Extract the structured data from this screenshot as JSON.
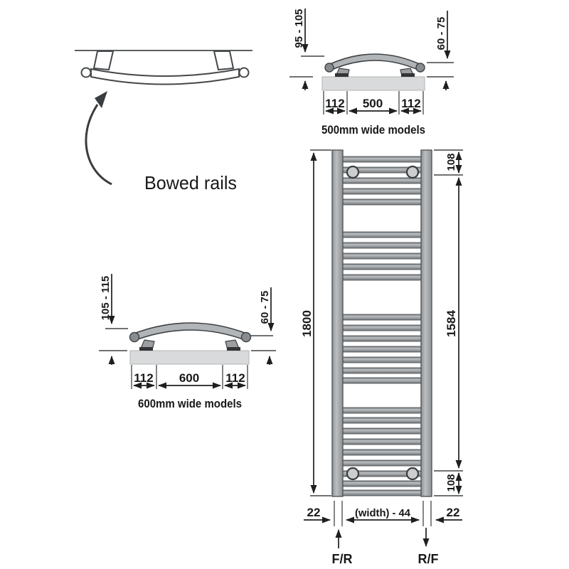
{
  "plan_view": {
    "label": "Bowed rails"
  },
  "model_500": {
    "caption": "500mm wide models",
    "wall_to_bow_clearance": "95 - 105",
    "wall_to_end_clearance": "60 - 75",
    "left_overhang": "112",
    "bracket_span": "500",
    "right_overhang": "112"
  },
  "model_600": {
    "caption": "600mm wide models",
    "wall_to_bow_clearance": "105 - 115",
    "wall_to_end_clearance": "60 - 75",
    "left_overhang": "112",
    "bracket_span": "600",
    "right_overhang": "112"
  },
  "front_view": {
    "overall_height": "1800",
    "top_bracket_offset": "108",
    "bracket_centres": "1584",
    "bottom_bracket_offset": "108",
    "left_edge_offset": "22",
    "centre_span": "(width) - 44",
    "right_edge_offset": "22",
    "connection_left": "F/R",
    "connection_right": "R/F"
  },
  "colors": {
    "line": "#1d1f20",
    "tick_gray": "#6f7274",
    "metal_gray": "#a9adb0",
    "wall_gray": "#d8dadb"
  }
}
